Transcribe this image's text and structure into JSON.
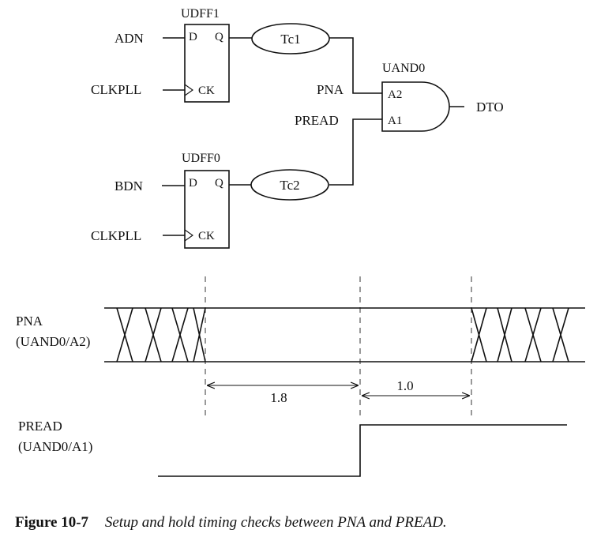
{
  "schematic": {
    "flipflop_top": {
      "name": "UDFF1",
      "pin_d": "D",
      "pin_q": "Q",
      "pin_ck": "CK"
    },
    "flipflop_bottom": {
      "name": "UDFF0",
      "pin_d": "D",
      "pin_q": "Q",
      "pin_ck": "CK"
    },
    "delay_top": "Tc1",
    "delay_bottom": "Tc2",
    "and_gate": {
      "name": "UAND0",
      "pin_a2": "A2",
      "pin_a1": "A1"
    },
    "inputs": {
      "adn": "ADN",
      "clkpll_top": "CLKPLL",
      "bdn": "BDN",
      "clkpll_bottom": "CLKPLL"
    },
    "nets": {
      "pna": "PNA",
      "pread": "PREAD",
      "output": "DTO"
    }
  },
  "timing": {
    "pna_label": "PNA",
    "pna_sublabel": "(UAND0/A2)",
    "pread_label": "PREAD",
    "pread_sublabel": "(UAND0/A1)",
    "setup_value": "1.8",
    "hold_value": "1.0"
  },
  "caption": {
    "figure": "Figure 10-7",
    "title": "Setup and hold timing checks between PNA and PREAD."
  }
}
